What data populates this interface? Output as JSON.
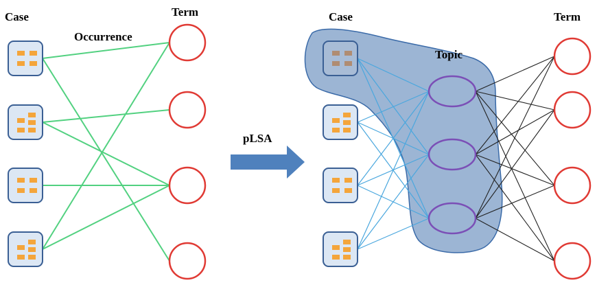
{
  "left_panel": {
    "case_header": "Case",
    "term_header": "Term",
    "edge_label": "Occurrence",
    "cases": [
      {
        "pattern": "a"
      },
      {
        "pattern": "b"
      },
      {
        "pattern": "a"
      },
      {
        "pattern": "b"
      }
    ],
    "terms": 4,
    "edges": [
      [
        0,
        0
      ],
      [
        0,
        3
      ],
      [
        1,
        1
      ],
      [
        1,
        2
      ],
      [
        2,
        2
      ],
      [
        3,
        0
      ],
      [
        3,
        2
      ]
    ]
  },
  "transform": {
    "label": "pLSA"
  },
  "right_panel": {
    "case_header": "Case",
    "topic_header": "Topic",
    "term_header": "Term",
    "cases": [
      {
        "pattern": "a",
        "highlighted": true
      },
      {
        "pattern": "b"
      },
      {
        "pattern": "a"
      },
      {
        "pattern": "b"
      }
    ],
    "topics": 3,
    "terms": 4
  },
  "colors": {
    "case_fill": "#dce7f4",
    "case_border": "#3a5f94",
    "case_square": "#f4a53b",
    "case_square_highlight": "#b08c72",
    "term_circle": "#e03a34",
    "topic_ellipse": "#7b4fb6",
    "occurrence_edge": "#52d180",
    "case_topic_edge": "#4aa7de",
    "topic_term_edge": "#222222",
    "arrow": "#4f81bd",
    "highlight_blob": "#7b9cc6"
  }
}
